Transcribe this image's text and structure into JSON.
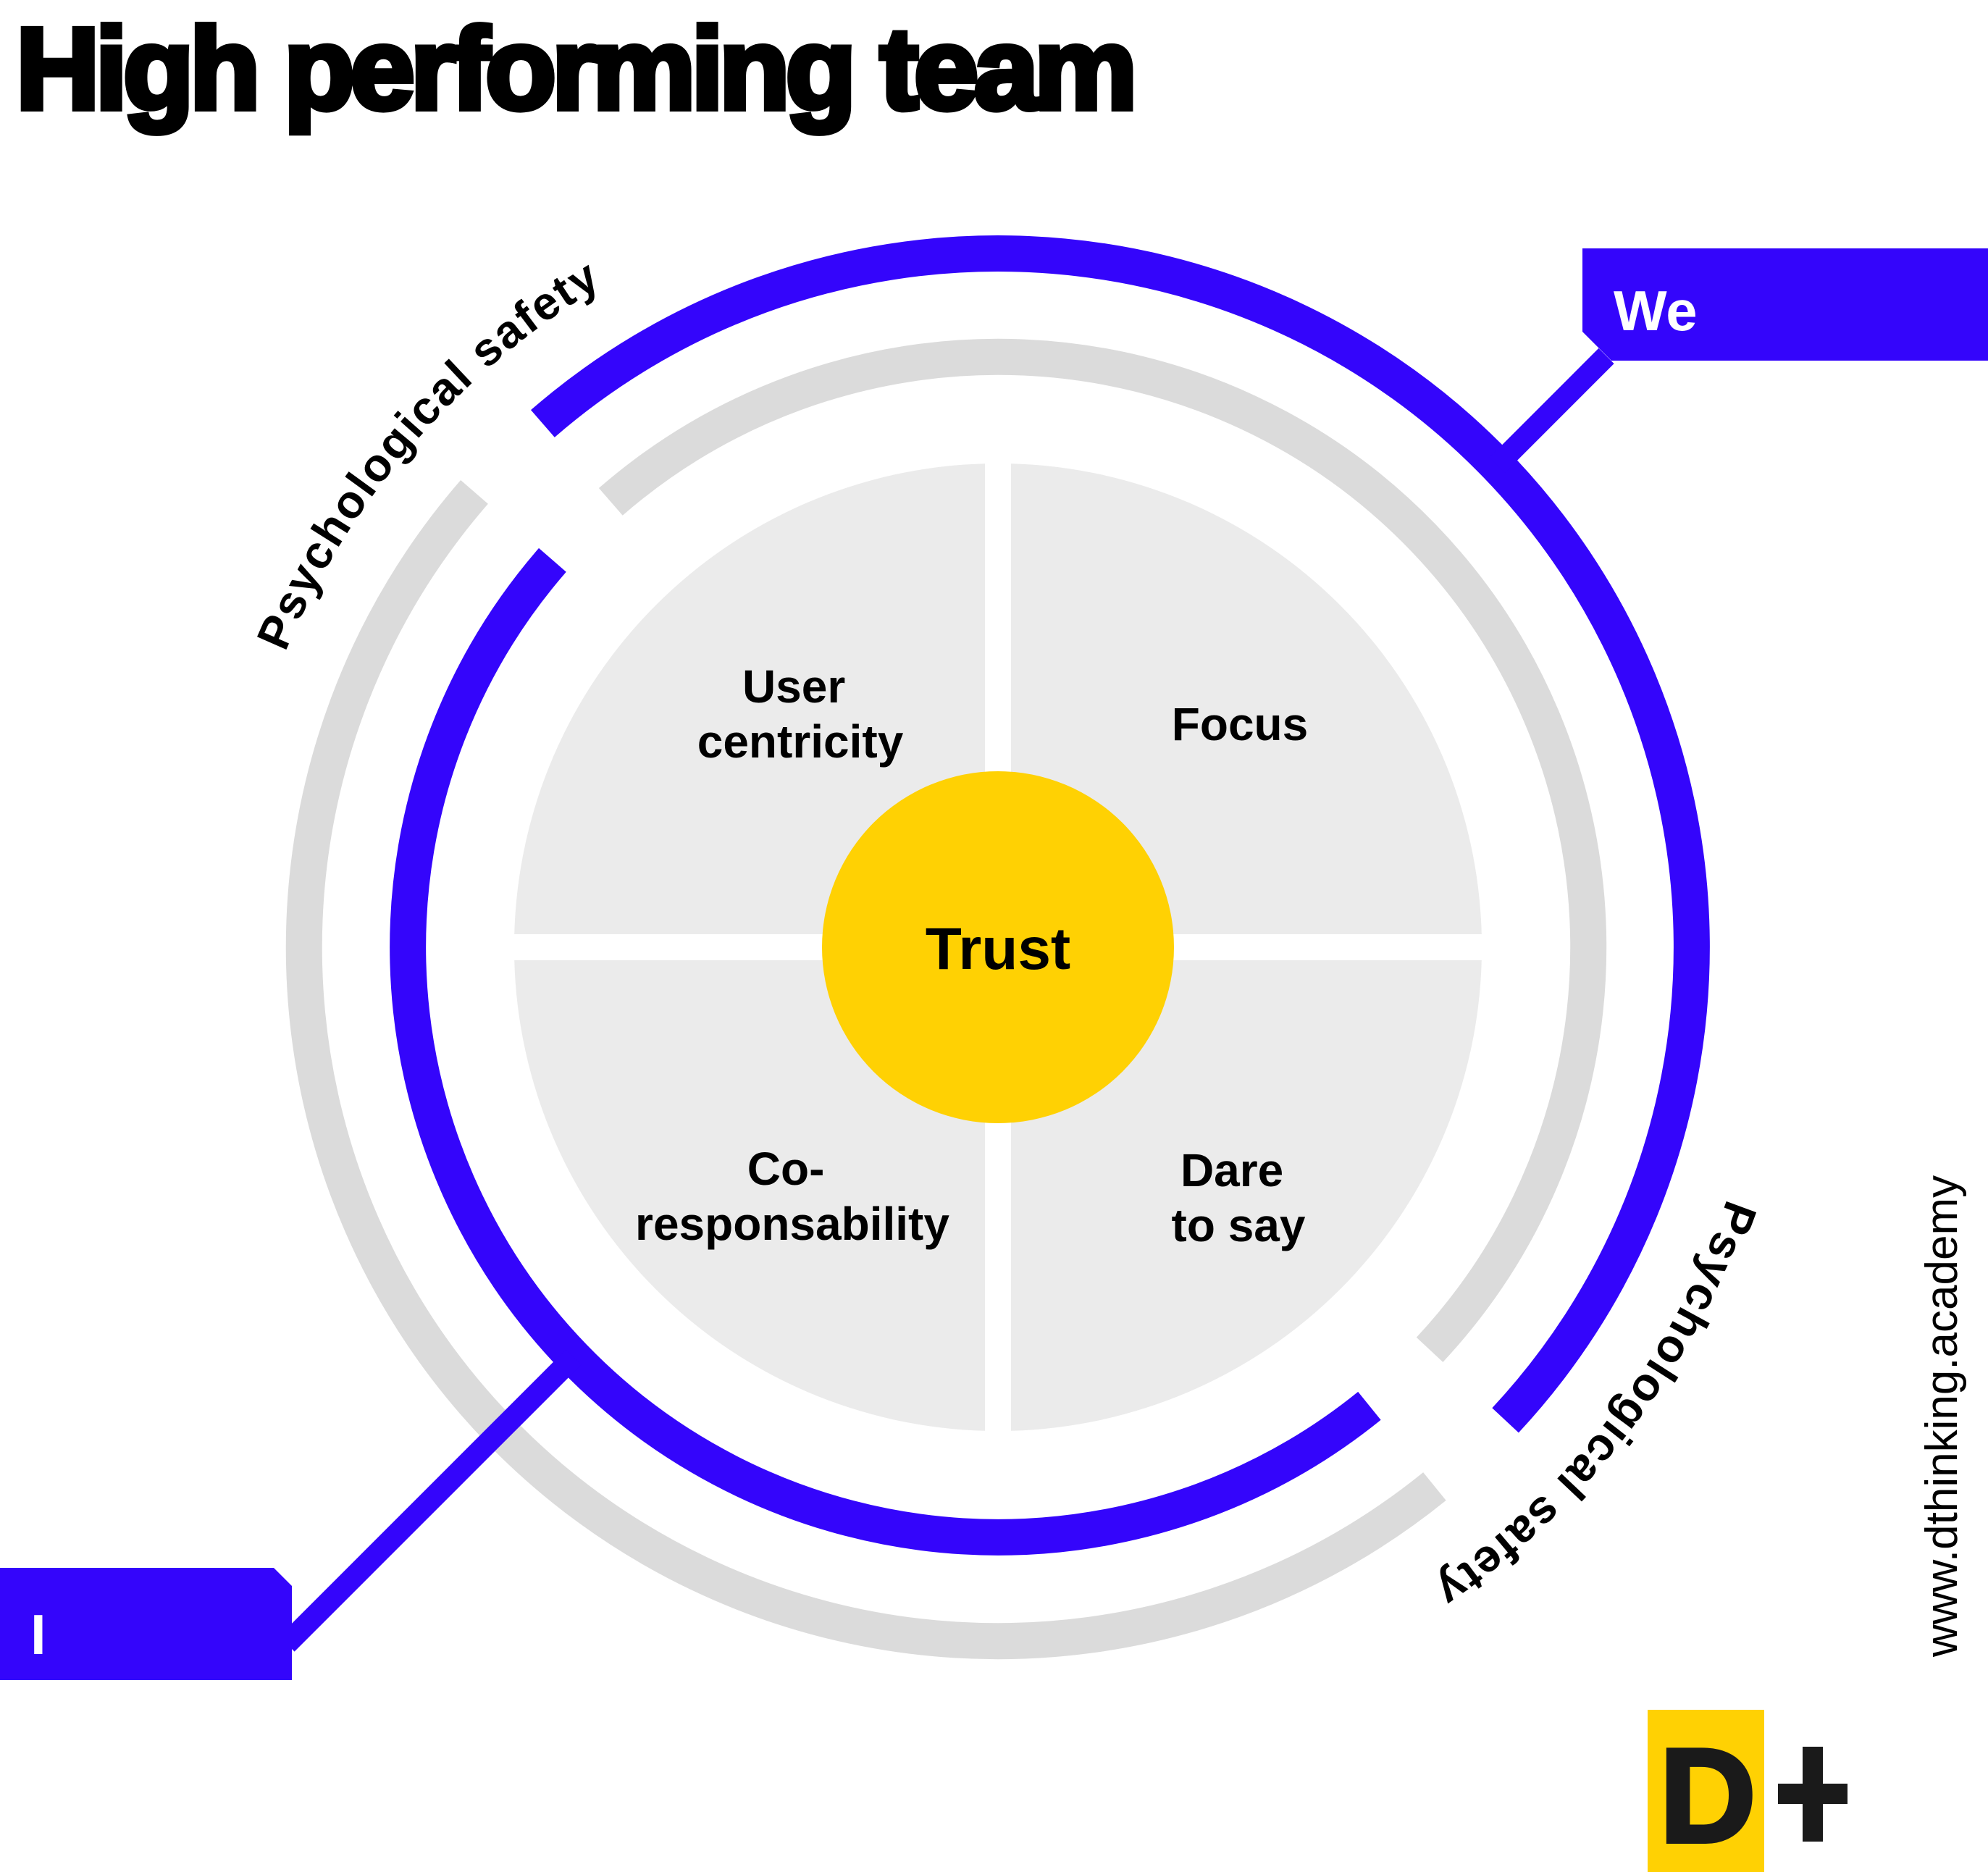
{
  "title": "High performing team",
  "core": {
    "label": "Trust"
  },
  "quadrants": [
    {
      "lines": [
        "User",
        "centricity"
      ]
    },
    {
      "lines": [
        "Focus",
        ""
      ]
    },
    {
      "lines": [
        "Co-",
        "responsability"
      ]
    },
    {
      "lines": [
        "Dare",
        "to say"
      ]
    }
  ],
  "arc_labels": {
    "top_left": "Psychological safety",
    "bottom_right": "Psychological safety"
  },
  "callouts": {
    "we": "We",
    "i": "I"
  },
  "website": "www.dthinking.academy",
  "logo": {
    "letter": "D",
    "plus": "+"
  },
  "colors": {
    "blue": "#3405FB",
    "ring_gray": "#DBDBDB",
    "quadrant_gray": "#EBEBEB",
    "yellow": "#FFD103",
    "ink": "#1A1A1A",
    "black": "#000000",
    "white": "#FFFFFF"
  }
}
